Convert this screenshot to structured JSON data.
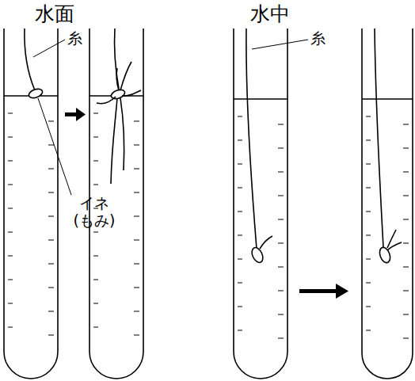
{
  "diagram": {
    "labels": [
      "水面",
      "水中",
      "糸",
      "イネ (もみ)",
      "糸"
    ]
  }
}
